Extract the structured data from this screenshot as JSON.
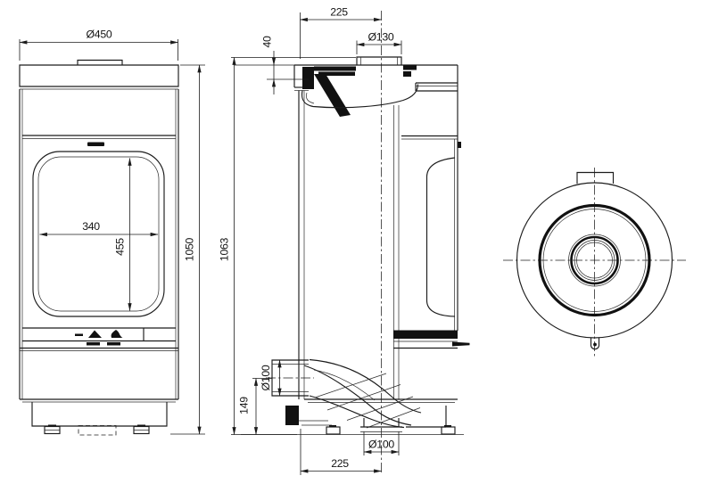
{
  "colors": {
    "line": "#1c1c1c",
    "background": "#ffffff"
  },
  "dims": {
    "d450": "Ø450",
    "d340": "340",
    "d455": "455",
    "d1050": "1050",
    "d1063": "1063",
    "d225_top": "225",
    "d40": "40",
    "d130": "Ø130",
    "d100_rear": "Ø100",
    "d149": "149",
    "d100_bottom": "Ø100",
    "d225_bottom": "225"
  }
}
